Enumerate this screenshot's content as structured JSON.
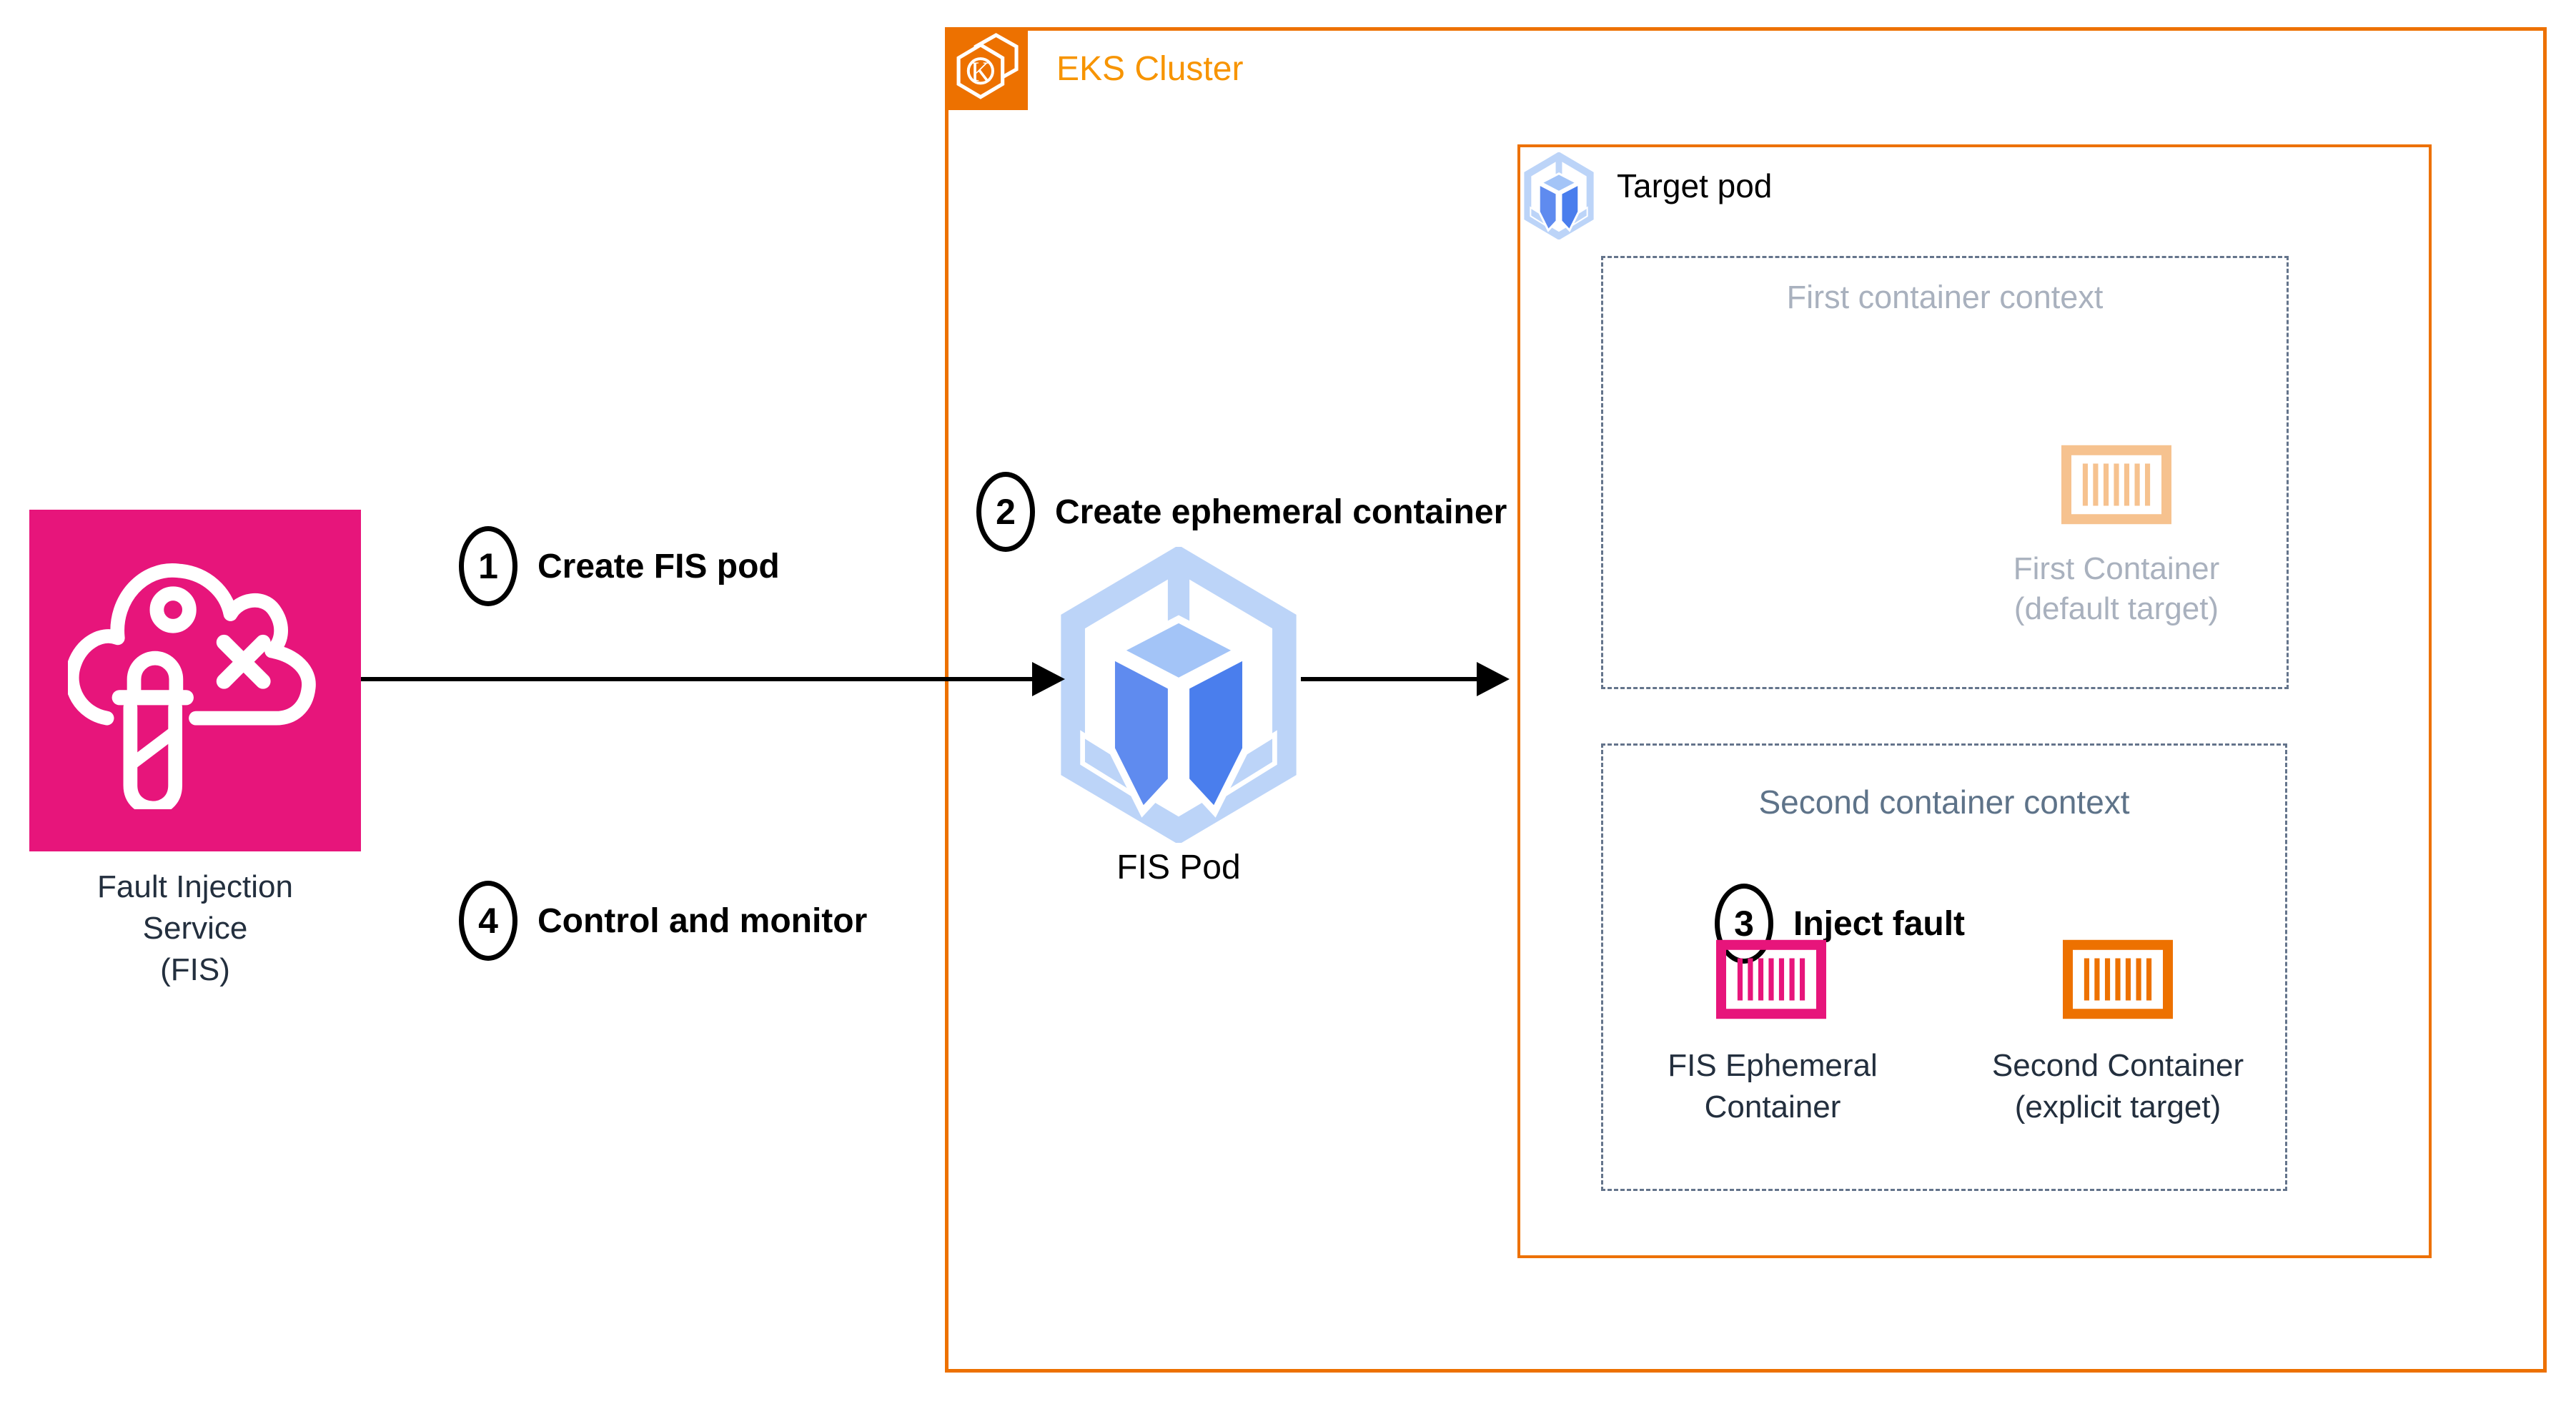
{
  "colors": {
    "orange": "#ED7100",
    "orange_title": "#F79400",
    "orange_faded": "#F6C28F",
    "pink": "#E7157B",
    "pod_blue_light": "#BCD4F8",
    "pod_blue_left": "#5F8BEF",
    "pod_blue_right": "#4A7EED",
    "dashed_slate": "#64748B",
    "gray_muted": "#A9B1BE",
    "slate_title": "#5E7389",
    "dark_text": "#232F3E"
  },
  "eks": {
    "title": "EKS Cluster",
    "icon": "eks-kubernetes-icon",
    "icon_letter": "K"
  },
  "fis": {
    "icon": "fault-injection-cloud-icon",
    "lines": [
      "Fault Injection",
      "Service",
      "(FIS)"
    ]
  },
  "fis_pod": {
    "label": "FIS Pod",
    "icon": "kubernetes-pod-icon"
  },
  "target_pod": {
    "label": "Target pod",
    "icon": "kubernetes-pod-icon"
  },
  "first_context": {
    "title": "First container context",
    "container": {
      "icon": "container-icon",
      "lines": [
        "First Container",
        "(default target)"
      ]
    }
  },
  "second_context": {
    "title": "Second container context",
    "fis_container": {
      "icon": "container-icon",
      "lines": [
        "FIS Ephemeral",
        "Container"
      ]
    },
    "second_container": {
      "icon": "container-icon",
      "lines": [
        "Second Container",
        "(explicit target)"
      ]
    }
  },
  "steps": [
    {
      "num": "1",
      "label": "Create FIS pod"
    },
    {
      "num": "2",
      "label": "Create ephemeral container"
    },
    {
      "num": "3",
      "label": "Inject fault"
    },
    {
      "num": "4",
      "label": "Control and monitor"
    }
  ]
}
